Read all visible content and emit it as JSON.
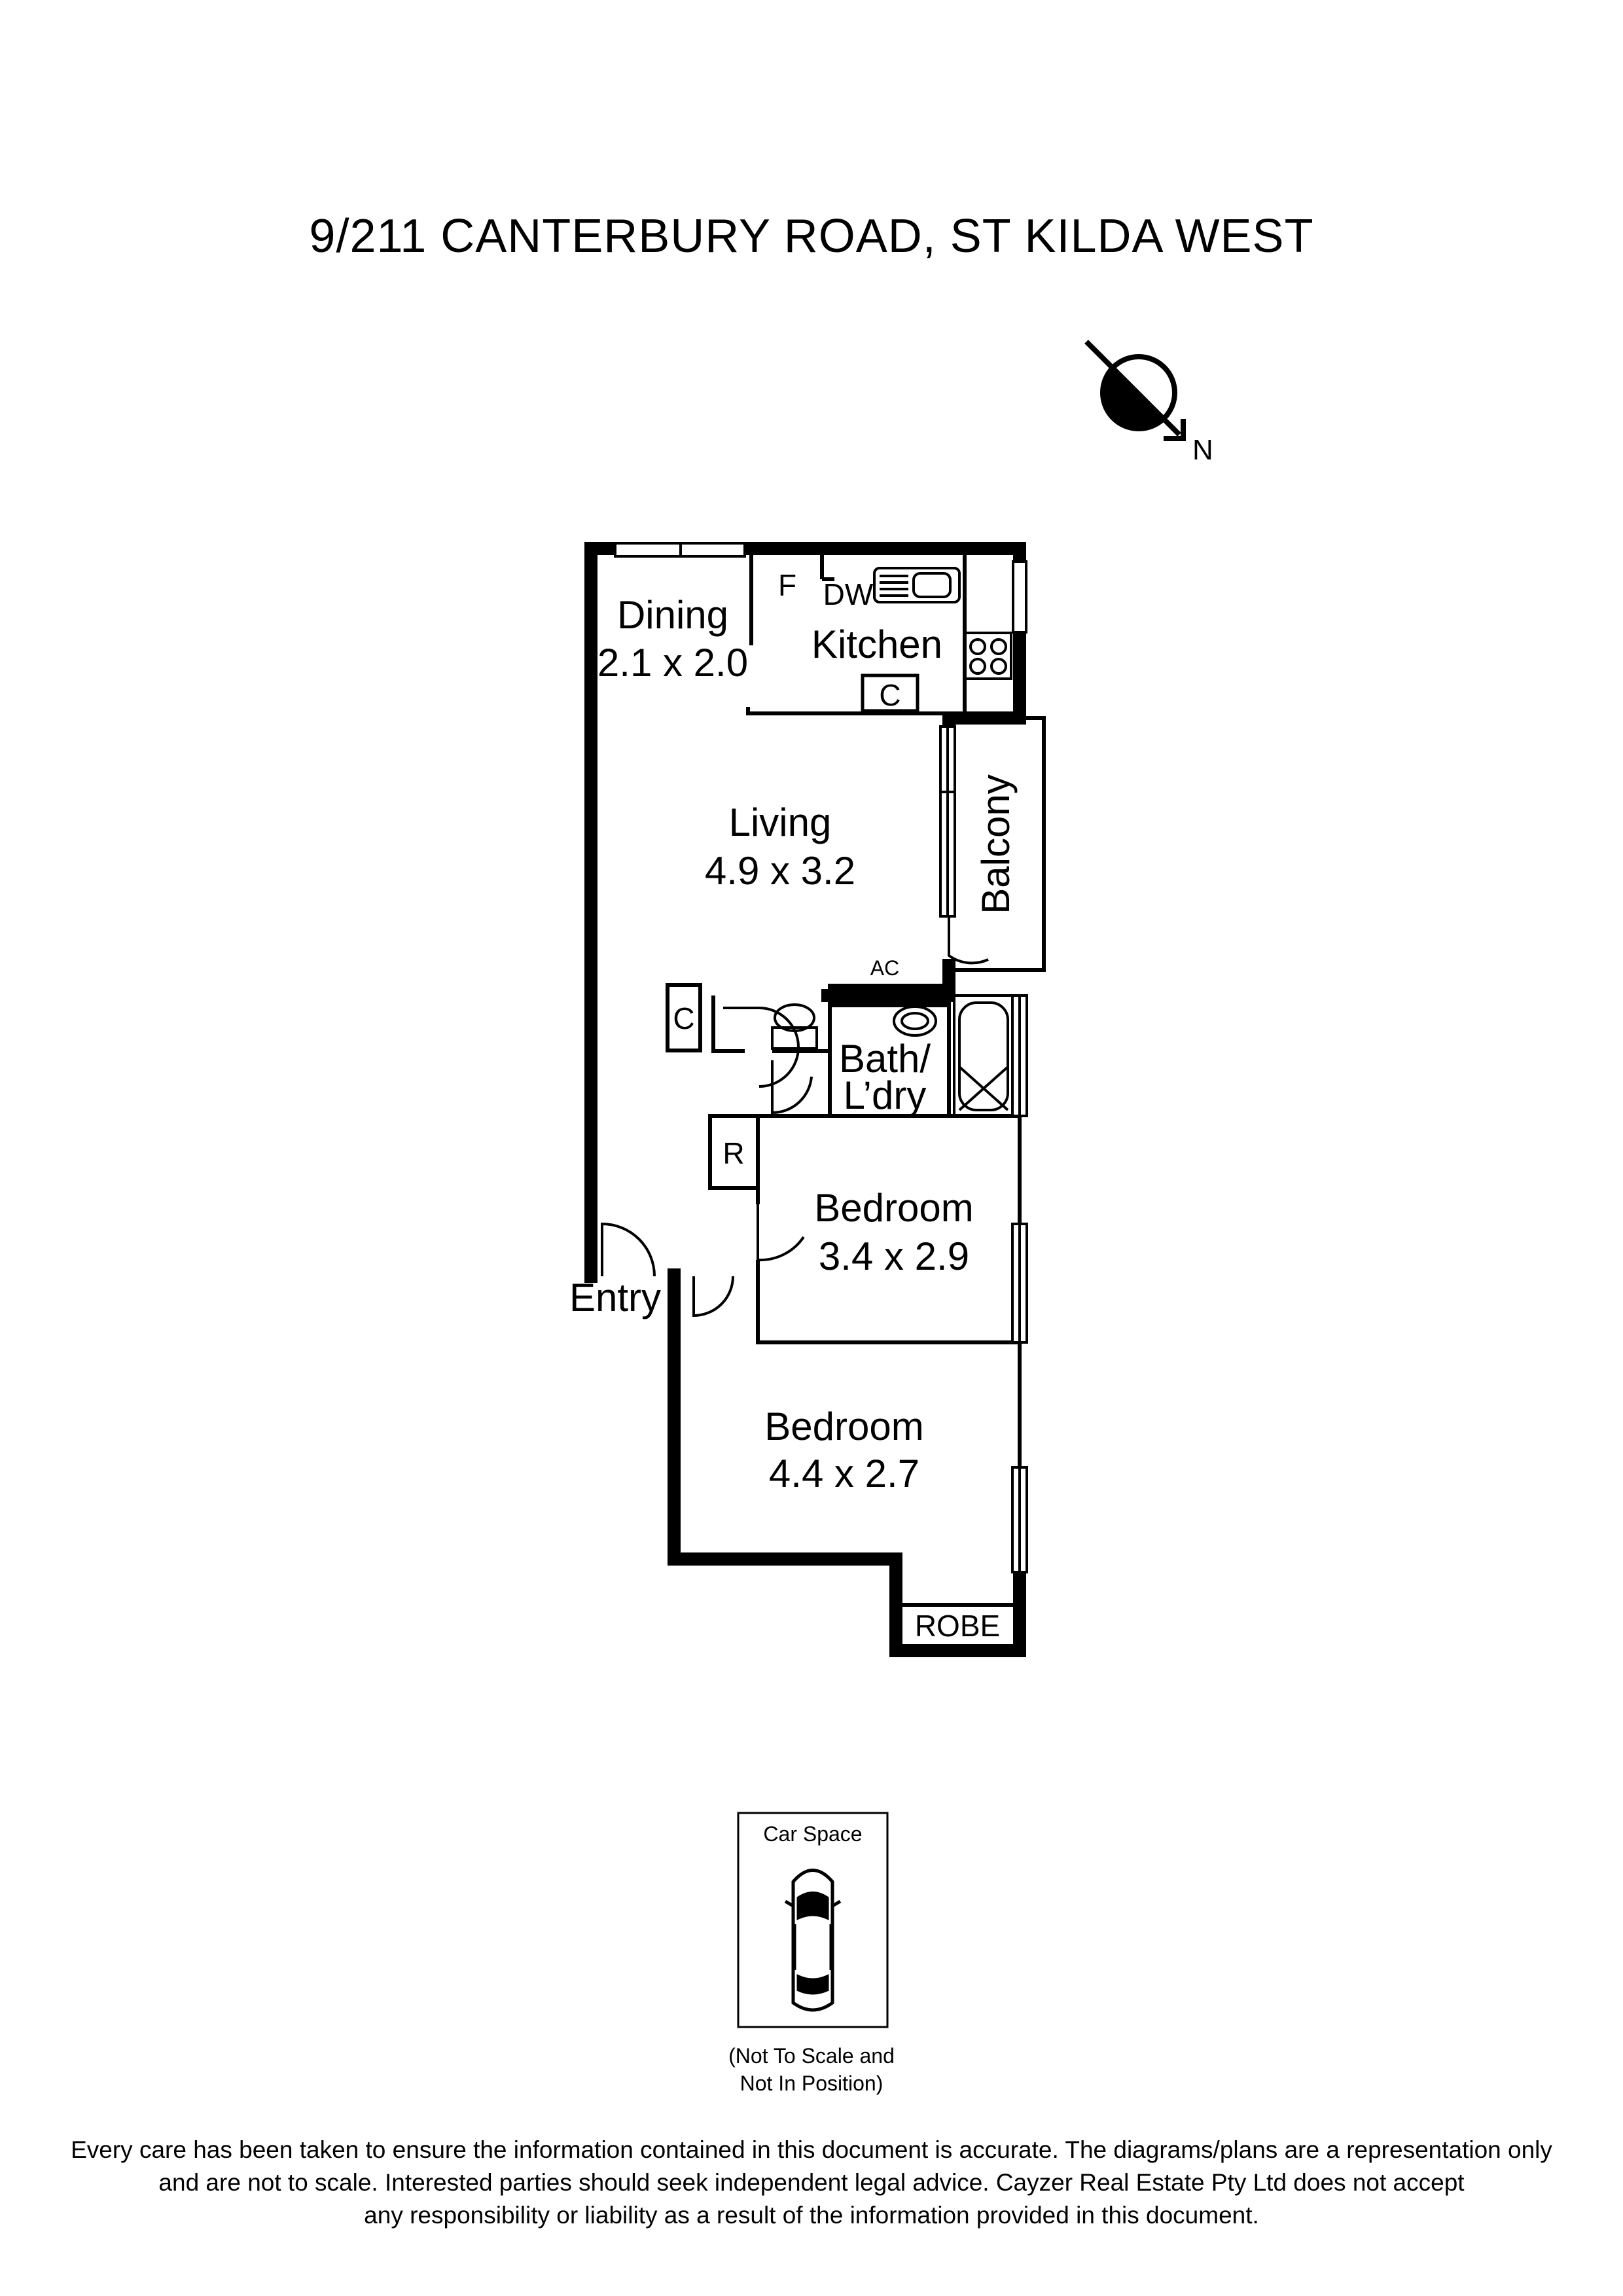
{
  "title": "9/211 CANTERBURY ROAD, ST KILDA WEST",
  "compass": {
    "label": "N"
  },
  "rooms": {
    "dining": {
      "name": "Dining",
      "size": "2.1 x 2.0"
    },
    "kitchen": {
      "name": "Kitchen"
    },
    "living": {
      "name": "Living",
      "size": "4.9 x 3.2"
    },
    "balcony": {
      "name": "Balcony"
    },
    "bath": {
      "line1": "Bath/",
      "line2": "L’dry"
    },
    "bedroom1": {
      "name": "Bedroom",
      "size": "3.4 x 2.9"
    },
    "bedroom2": {
      "name": "Bedroom",
      "size": "4.4 x 2.7"
    },
    "entry": {
      "name": "Entry"
    },
    "robe": {
      "name": "ROBE"
    }
  },
  "fixtures": {
    "fridge": "F",
    "dishwasher": "DW",
    "kitchen_cupboard": "C",
    "hall_cupboard": "C",
    "robe_small": "R",
    "air_conditioner": "AC"
  },
  "car_space": {
    "label": "Car Space",
    "note_line1": "(Not To Scale and",
    "note_line2": "Not In Position)"
  },
  "disclaimer": {
    "line1": "Every care has been taken to ensure the information contained in this document is accurate. The diagrams/plans are a representation only",
    "line2": "and are not to scale. Interested parties should seek independent legal advice. Cayzer Real Estate Pty Ltd does not accept",
    "line3": "any responsibility or liability as a result of the information provided in this document."
  }
}
